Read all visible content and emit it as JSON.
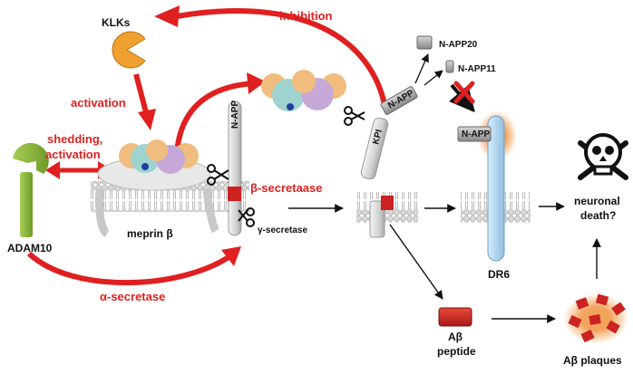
{
  "labels": {
    "klks": "KLKs",
    "inhibition": "inhibition",
    "activation": "activation",
    "shedding_line1": "shedding,",
    "shedding_line2": "activation",
    "adam10": "ADAM10",
    "meprin": "meprin β",
    "beta_secretase": "β-secretaase",
    "gamma_secretase": "γ-secretase",
    "alpha_secretase": "α-secretase",
    "n_app20": "N-APP20",
    "n_app11": "N-APP11",
    "n_app": "N-APP",
    "kpi": "KPI",
    "dr6": "DR6",
    "neuronal_line1": "neuronal",
    "neuronal_line2": "death?",
    "abeta_line1": "Aβ",
    "abeta_line2": "peptide",
    "abeta_plaques": "Aβ plaques"
  },
  "colors": {
    "arrow_red": "#e02020",
    "klk_orange": "#f0a030",
    "adam_green": "#8ab63a",
    "dr6_blue": "#a9cfe9",
    "glow_orange": "#f29a4a",
    "abeta_red": "#cc2222"
  }
}
